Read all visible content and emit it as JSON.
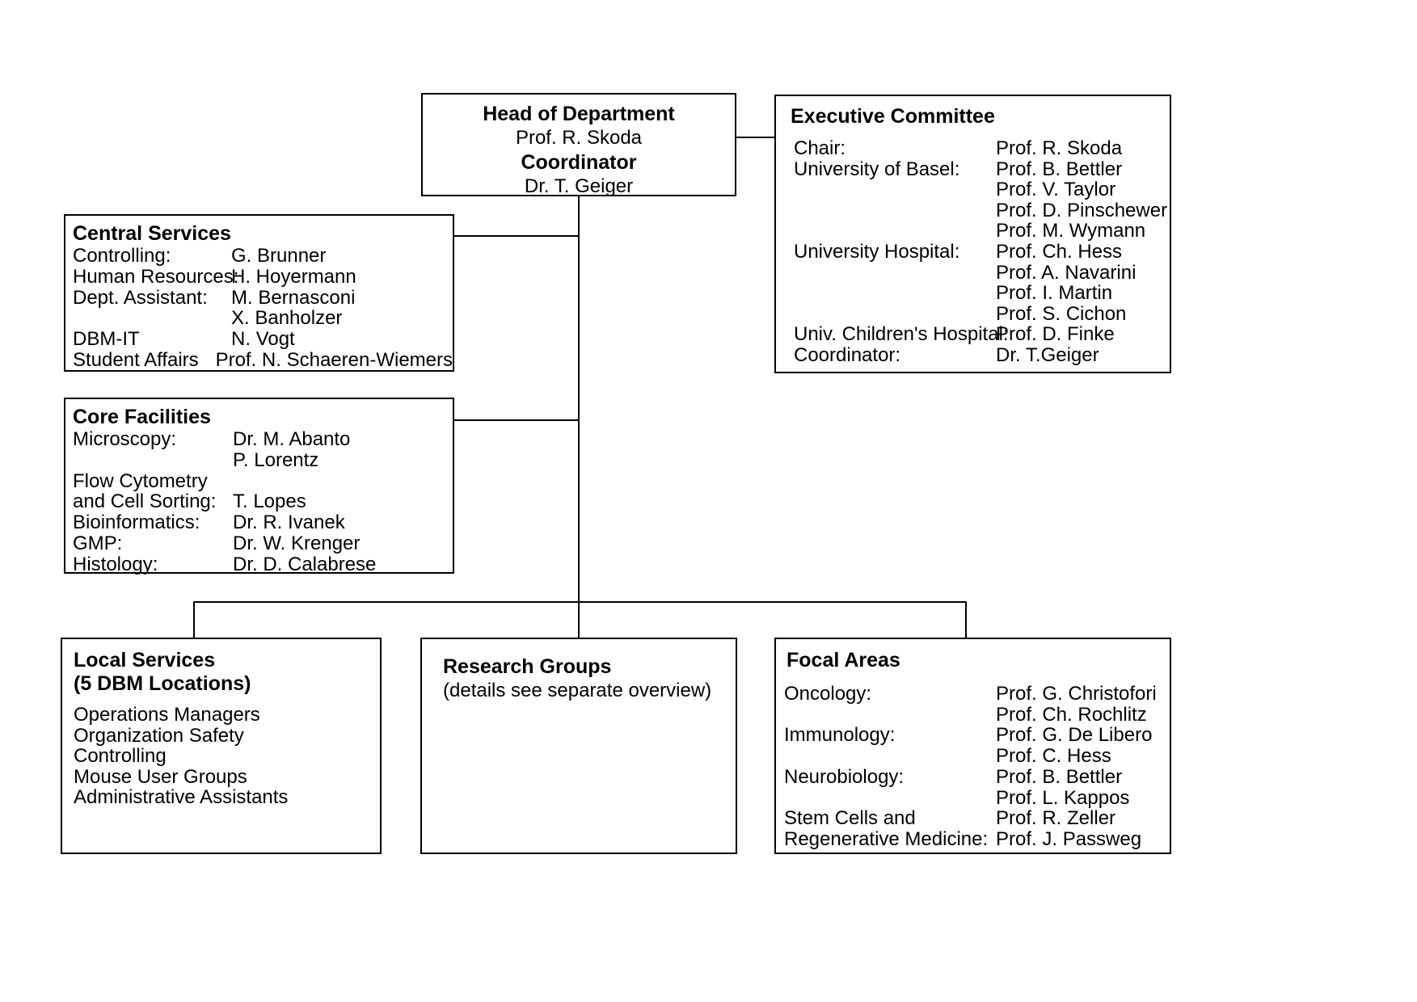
{
  "head": {
    "title": "Head of Department",
    "head_name": "Prof. R. Skoda",
    "coordinator_title": "Coordinator",
    "coordinator_name": "Dr. T. Geiger"
  },
  "executive_committee": {
    "title": "Executive Committee",
    "rows": [
      {
        "label": "Chair:",
        "name": "Prof. R. Skoda"
      },
      {
        "label": "University of Basel:",
        "name": "Prof. B. Bettler"
      },
      {
        "label": "",
        "name": "Prof. V. Taylor"
      },
      {
        "label": "",
        "name": "Prof. D. Pinschewer"
      },
      {
        "label": "",
        "name": "Prof. M. Wymann"
      },
      {
        "label": "University Hospital:",
        "name": "Prof. Ch. Hess"
      },
      {
        "label": "",
        "name": "Prof. A. Navarini"
      },
      {
        "label": "",
        "name": "Prof. I. Martin"
      },
      {
        "label": "",
        "name": "Prof. S. Cichon"
      },
      {
        "label": "Univ. Children's Hospital:",
        "name": "Prof. D. Finke"
      },
      {
        "label": "Coordinator:",
        "name": "Dr. T.Geiger"
      }
    ]
  },
  "central_services": {
    "title": "Central Services",
    "rows": [
      {
        "label": "Controlling:",
        "name": "G. Brunner"
      },
      {
        "label": "Human Resources:",
        "name": "H. Hoyermann"
      },
      {
        "label": "Dept. Assistant:",
        "name": "M. Bernasconi"
      },
      {
        "label": "",
        "name": "X. Banholzer"
      },
      {
        "label": "DBM-IT",
        "name": "N. Vogt"
      },
      {
        "label": "Student Affairs",
        "name": "Prof. N. Schaeren-Wiemers"
      }
    ]
  },
  "core_facilities": {
    "title": "Core Facilities",
    "rows": [
      {
        "label": "Microscopy:",
        "name": "Dr. M. Abanto"
      },
      {
        "label": "",
        "name": "P. Lorentz"
      },
      {
        "label": "Flow Cytometry",
        "name": ""
      },
      {
        "label": "and Cell Sorting:",
        "name": "T. Lopes"
      },
      {
        "label": "Bioinformatics:",
        "name": "Dr. R. Ivanek"
      },
      {
        "label": "GMP:",
        "name": "Dr. W. Krenger"
      },
      {
        "label": "Histology:",
        "name": "Dr. D. Calabrese"
      }
    ]
  },
  "local_services": {
    "title_line1": "Local Services",
    "title_line2": "(5 DBM Locations)",
    "items": [
      "Operations Managers",
      "Organization Safety",
      "Controlling",
      "Mouse User Groups",
      "Administrative Assistants"
    ]
  },
  "research_groups": {
    "title": "Research Groups",
    "subtitle": "(details see separate overview)"
  },
  "focal_areas": {
    "title": "Focal Areas",
    "rows": [
      {
        "label": "Oncology:",
        "name": "Prof. G. Christofori"
      },
      {
        "label": "",
        "name": "Prof. Ch. Rochlitz"
      },
      {
        "label": "Immunology:",
        "name": "Prof. G. De Libero"
      },
      {
        "label": "",
        "name": "Prof. C. Hess"
      },
      {
        "label": "Neurobiology:",
        "name": "Prof. B. Bettler"
      },
      {
        "label": "",
        "name": "Prof. L. Kappos"
      },
      {
        "label": "Stem Cells and",
        "name": "Prof. R. Zeller"
      },
      {
        "label": "Regenerative Medicine:",
        "name": "Prof. J. Passweg"
      }
    ]
  }
}
